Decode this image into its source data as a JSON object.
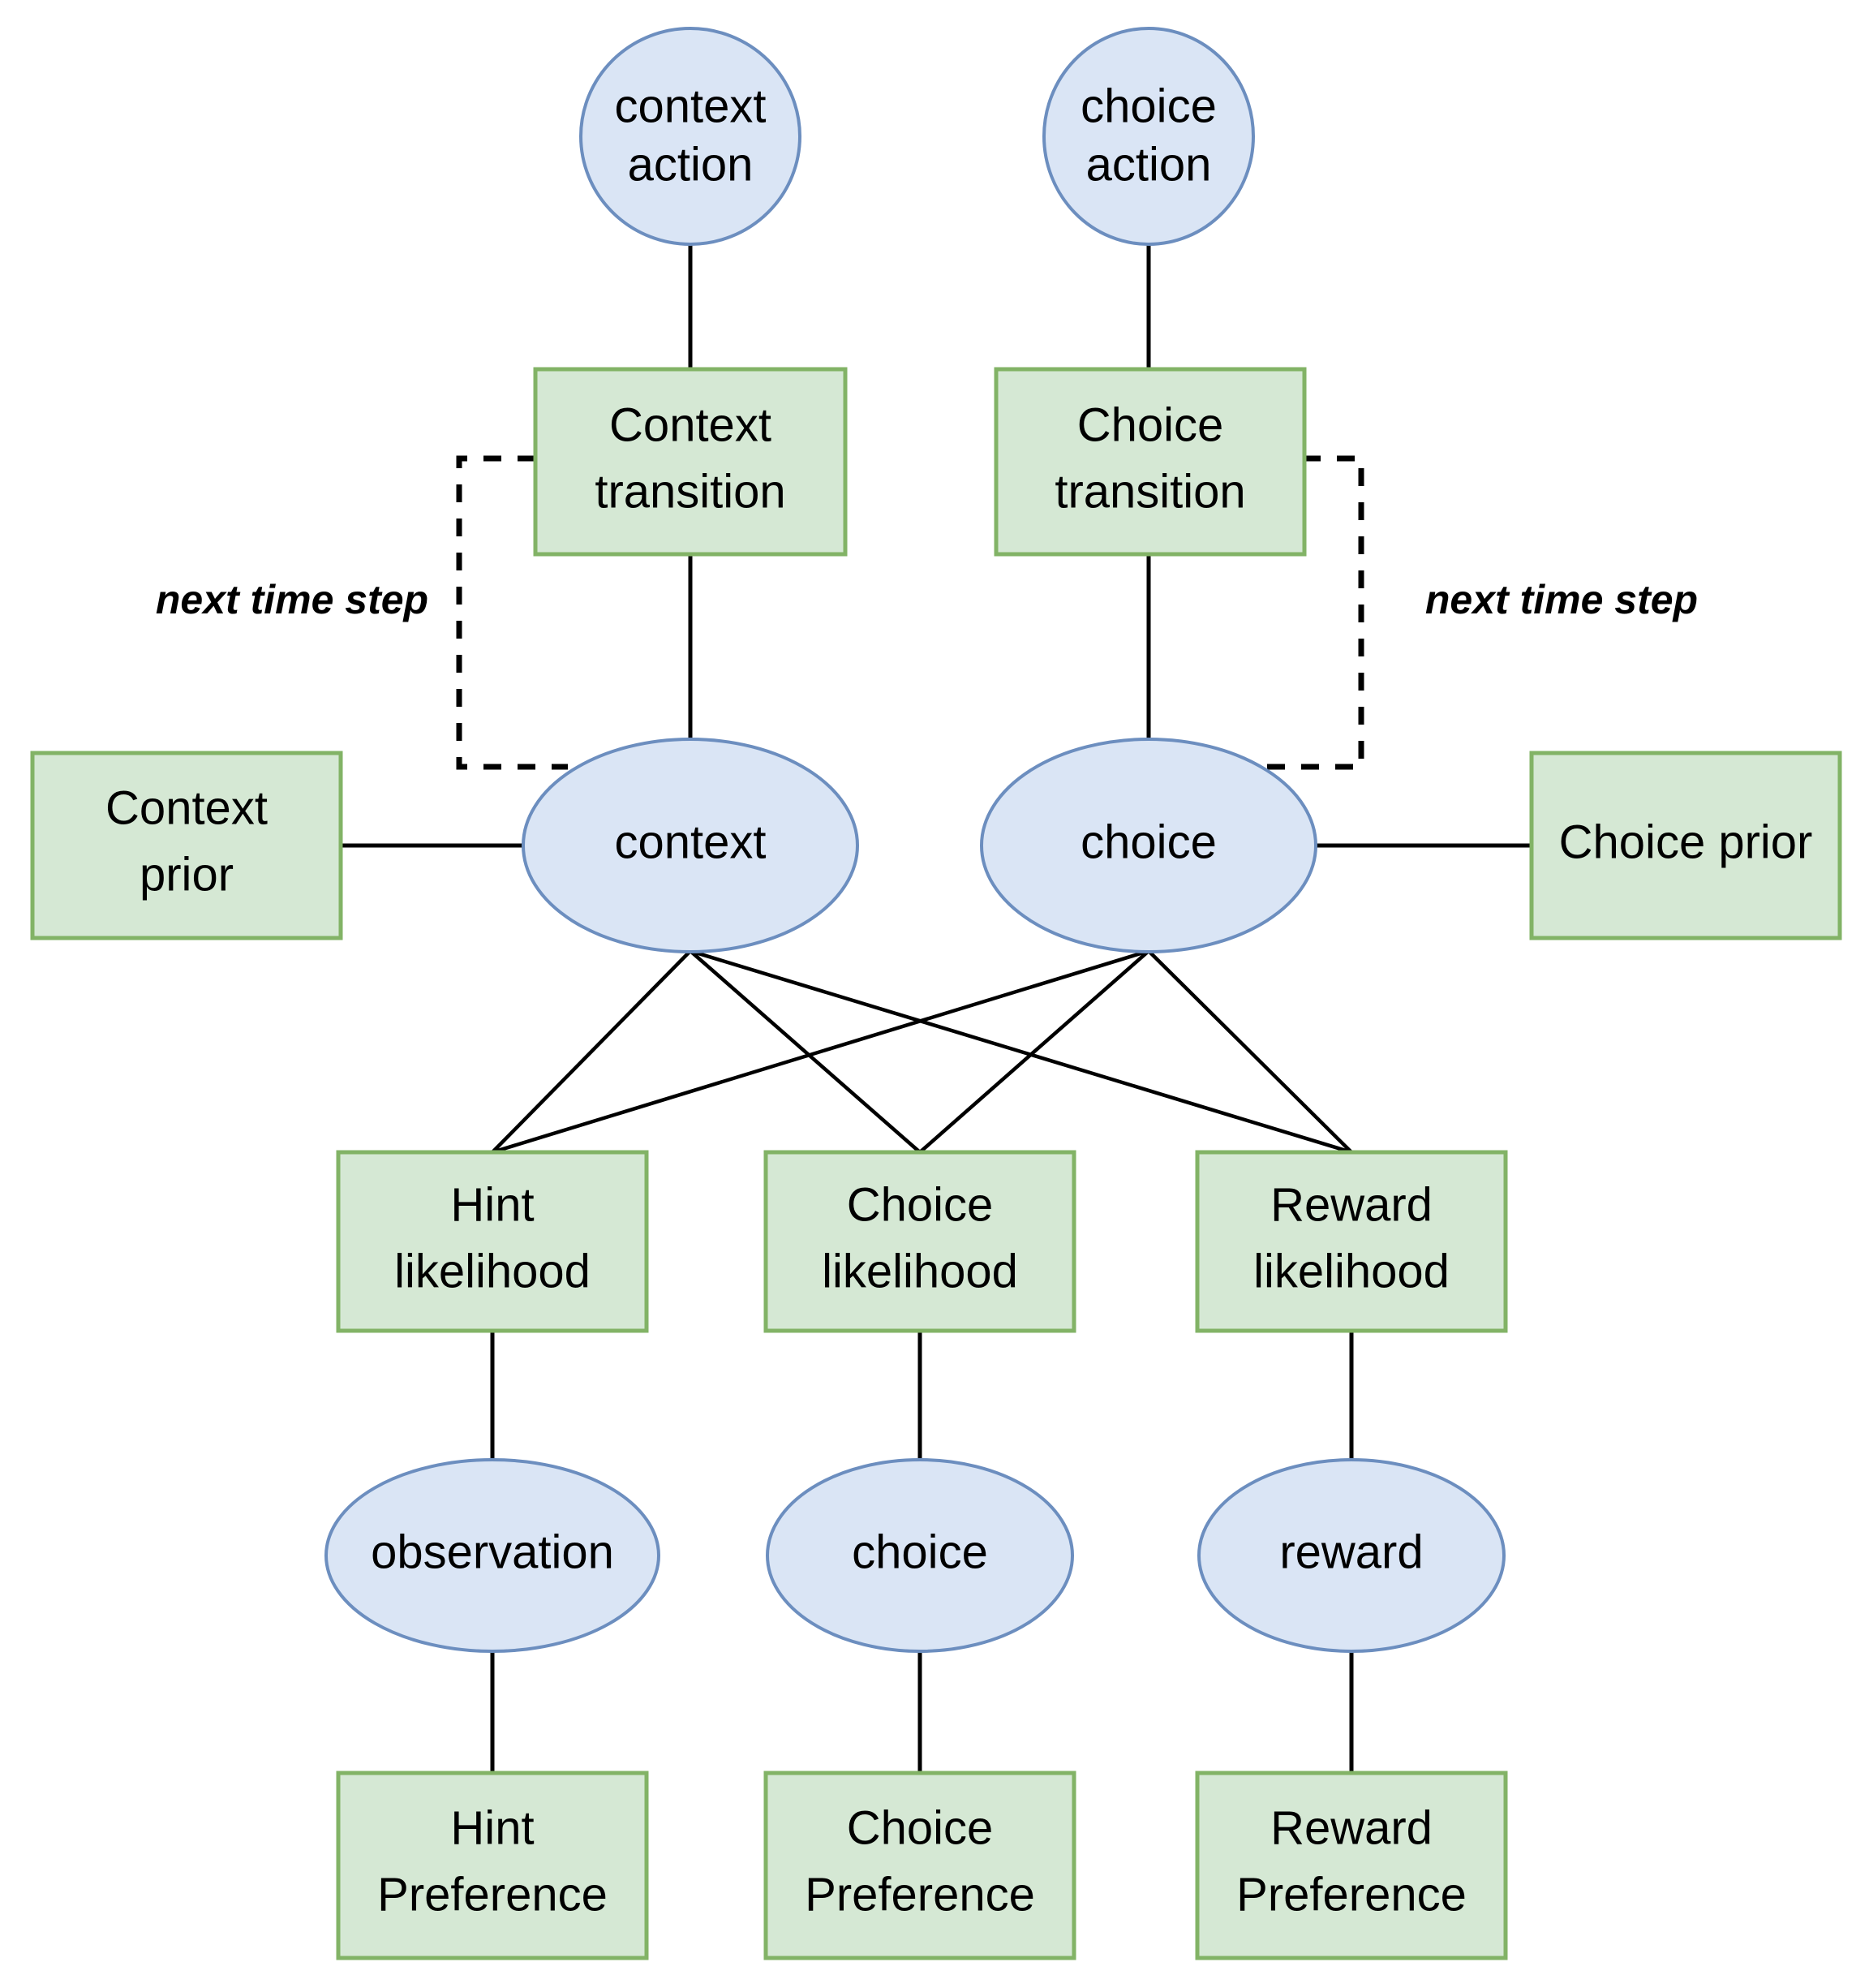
{
  "diagram": {
    "title": "Active inference generative model graph",
    "colors": {
      "state_fill": "#dae5f5",
      "state_stroke": "#6c8ebf",
      "factor_fill": "#d5e8d4",
      "factor_stroke": "#82b366",
      "edge": "#000000",
      "background": "#ffffff"
    },
    "nodes": {
      "context_action": {
        "label_line1": "context",
        "label_line2": "action"
      },
      "choice_action": {
        "label_line1": "choice",
        "label_line2": "action"
      },
      "context_transition": {
        "label_line1": "Context",
        "label_line2": "transition"
      },
      "choice_transition": {
        "label_line1": "Choice",
        "label_line2": "transition"
      },
      "context_prior": {
        "label_line1": "Context",
        "label_line2": "prior"
      },
      "choice_prior": {
        "label_line1": "Choice prior",
        "label_line2": ""
      },
      "context_state": {
        "label_line1": "context",
        "label_line2": ""
      },
      "choice_state": {
        "label_line1": "choice",
        "label_line2": ""
      },
      "hint_likelihood": {
        "label_line1": "Hint",
        "label_line2": "likelihood"
      },
      "choice_likelihood": {
        "label_line1": "Choice",
        "label_line2": "likelihood"
      },
      "reward_likelihood": {
        "label_line1": "Reward",
        "label_line2": "likelihood"
      },
      "observation_outcome": {
        "label_line1": "observation",
        "label_line2": ""
      },
      "choice_outcome": {
        "label_line1": "choice",
        "label_line2": ""
      },
      "reward_outcome": {
        "label_line1": "reward",
        "label_line2": ""
      },
      "hint_preference": {
        "label_line1": "Hint",
        "label_line2": "Preference"
      },
      "choice_preference": {
        "label_line1": "Choice",
        "label_line2": "Preference"
      },
      "reward_preference": {
        "label_line1": "Reward",
        "label_line2": "Preference"
      }
    },
    "annotations": {
      "next_time_step_left": "next time step",
      "next_time_step_right": "next time step"
    }
  }
}
